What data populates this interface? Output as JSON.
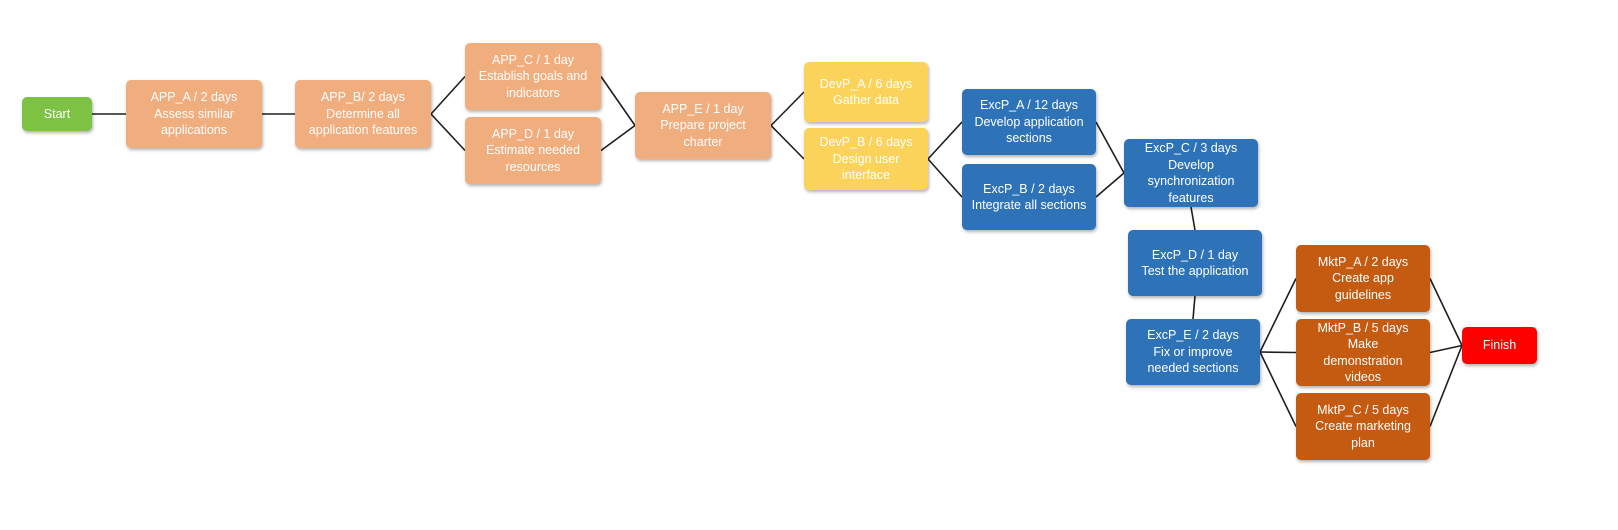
{
  "colors": {
    "start": "#7dc242",
    "planning": "#f0ad7e",
    "development": "#fbd35a",
    "execution": "#2e73b8",
    "marketing": "#c55a11",
    "finish": "#ff0000",
    "text_light": "#ffffff",
    "connector": "#1f1f1f"
  },
  "nodes": {
    "start": {
      "lines": [
        "Start"
      ]
    },
    "app_a": {
      "lines": [
        "APP_A  / 2 days",
        "Assess similar",
        "applications"
      ]
    },
    "app_b": {
      "lines": [
        "APP_B/  2 days",
        "Determine all",
        "application features"
      ]
    },
    "app_c": {
      "lines": [
        "APP_C / 1 day",
        "Establish goals and",
        "indicators"
      ]
    },
    "app_d": {
      "lines": [
        "APP_D / 1 day",
        "Estimate needed",
        "resources"
      ]
    },
    "app_e": {
      "lines": [
        "APP_E / 1 day",
        "Prepare project",
        "charter"
      ]
    },
    "devp_a": {
      "lines": [
        "DevP_A / 6 days",
        "Gather data"
      ]
    },
    "devp_b": {
      "lines": [
        "DevP_B / 6 days",
        "Design user",
        "interface"
      ]
    },
    "excp_a": {
      "lines": [
        "ExcP_A / 12 days",
        "Develop application",
        "sections"
      ]
    },
    "excp_b": {
      "lines": [
        "ExcP_B  / 2 days",
        "Integrate all sections"
      ]
    },
    "excp_c": {
      "lines": [
        "ExcP_C / 3 days",
        "Develop",
        "synchronization",
        "features"
      ]
    },
    "excp_d": {
      "lines": [
        "ExcP_D / 1 day",
        "Test the application"
      ]
    },
    "excp_e": {
      "lines": [
        "ExcP_E / 2 days",
        "Fix or improve",
        "needed sections"
      ]
    },
    "mktp_a": {
      "lines": [
        "MktP_A / 2 days",
        "Create app",
        "guidelines"
      ]
    },
    "mktp_b": {
      "lines": [
        "MktP_B / 5 days",
        "Make",
        "demonstration",
        "videos"
      ]
    },
    "mktp_c": {
      "lines": [
        "MktP_C / 5 days",
        "Create marketing",
        "plan"
      ]
    },
    "finish": {
      "lines": [
        "Finish"
      ]
    }
  },
  "edges": [
    [
      "start",
      "app_a"
    ],
    [
      "app_a",
      "app_b"
    ],
    [
      "app_b",
      "app_c"
    ],
    [
      "app_b",
      "app_d"
    ],
    [
      "app_c",
      "app_e"
    ],
    [
      "app_d",
      "app_e"
    ],
    [
      "app_e",
      "devp_a"
    ],
    [
      "app_e",
      "devp_b"
    ],
    [
      "devp_b",
      "excp_a"
    ],
    [
      "devp_b",
      "excp_b"
    ],
    [
      "excp_a",
      "excp_c"
    ],
    [
      "excp_b",
      "excp_c"
    ],
    [
      "excp_c",
      "excp_d"
    ],
    [
      "excp_d",
      "excp_e"
    ],
    [
      "excp_e",
      "mktp_a"
    ],
    [
      "excp_e",
      "mktp_b"
    ],
    [
      "excp_e",
      "mktp_c"
    ],
    [
      "mktp_a",
      "finish"
    ],
    [
      "mktp_b",
      "finish"
    ],
    [
      "mktp_c",
      "finish"
    ]
  ]
}
